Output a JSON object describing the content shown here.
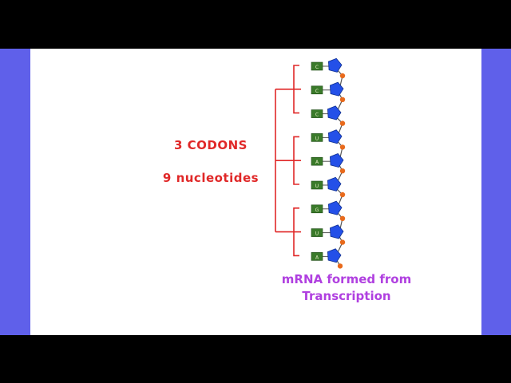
{
  "labels": {
    "codons": "3 CODONS",
    "nucleotides": "9 nucleotides",
    "caption_line1": "mRNA formed from",
    "caption_line2": "Transcription"
  },
  "bases": [
    "C",
    "C",
    "C",
    "U",
    "A",
    "U",
    "G",
    "U",
    "A"
  ],
  "codon_groups": [
    [
      "C",
      "C",
      "C"
    ],
    [
      "U",
      "A",
      "U"
    ],
    [
      "G",
      "U",
      "A"
    ]
  ],
  "colors": {
    "background": "#000000",
    "side_bars": "#5f60ea",
    "canvas": "#ffffff",
    "bracket": "#e02828",
    "label_red": "#e02828",
    "caption": "#b040e0",
    "base_box": "#3a7a2a",
    "base_text": "#e8f0c8",
    "sugar": "#2450e8",
    "sugar_stroke": "#103090",
    "phosphate": "#e86a1c",
    "backbone": "#555555"
  }
}
